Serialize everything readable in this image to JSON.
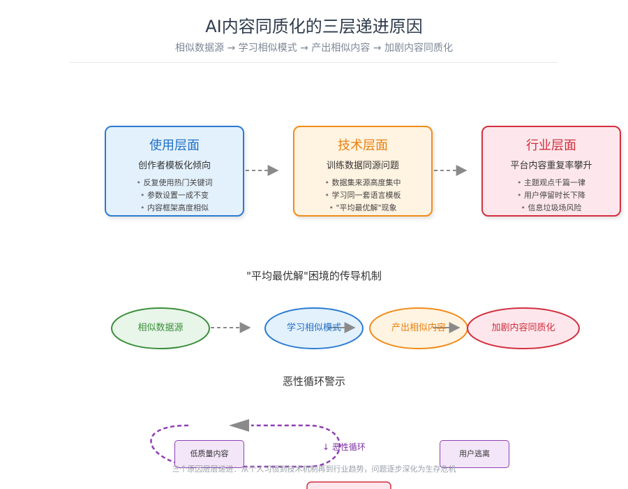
{
  "title": "AI内容同质化的三层递进原因",
  "subtitle": "相似数据源 → 学习相似模式 → 产出相似内容 → 加剧内容同质化",
  "layers": [
    {
      "title": "使用层面",
      "subtitle": "创作者模板化倾向",
      "bullets": [
        "反复使用热门关键词",
        "参数设置一成不变",
        "内容框架高度相似"
      ]
    },
    {
      "title": "技术层面",
      "subtitle": "训练数据同源问题",
      "bullets": [
        "数据集来源高度集中",
        "学习同一套语言模板",
        "\"平均最优解\"现象"
      ]
    },
    {
      "title": "行业层面",
      "subtitle": "平台内容重复率攀升",
      "bullets": [
        "主题观点千篇一律",
        "用户停留时长下降",
        "信息垃圾场风险"
      ]
    }
  ],
  "mechanism": {
    "label": "\"平均最优解\"困境的传导机制",
    "steps": [
      "相似数据源",
      "学习相似模式",
      "产出相似内容",
      "加剧内容同质化"
    ],
    "colors": {
      "green": "#3a8f3a",
      "green_fill": "#e8f5e9",
      "blue": "#2b7bd0",
      "blue_fill": "#e3f1fd",
      "orange": "#f08c1a",
      "orange_fill": "#fff3e1",
      "red": "#d32f3f",
      "red_fill": "#fde7ec"
    }
  },
  "cycle": {
    "label": "恶性循环警示",
    "loop_label": "↓ 恶性循环",
    "nodes": [
      "低质量内容",
      "用户逃离"
    ],
    "color": "#8e3fb3"
  },
  "footer": "三个原因层层递进：从个人习惯到技术机制再到行业趋势，问题逐步深化为生存危机"
}
